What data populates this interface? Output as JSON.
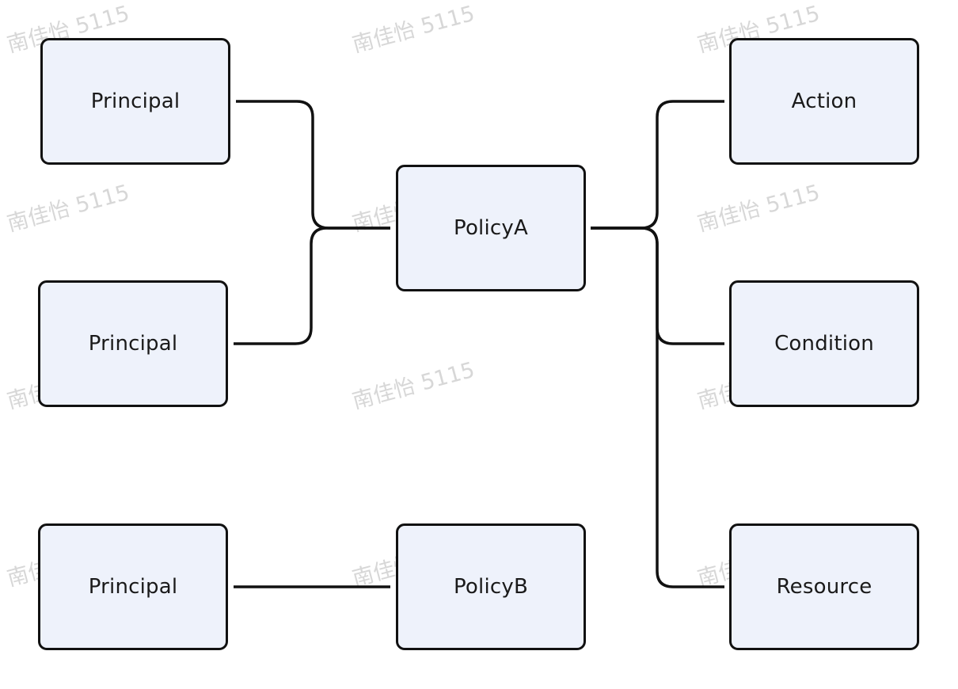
{
  "watermark": {
    "text": "南佳怡 5115"
  },
  "nodes": {
    "principal_1": {
      "label": "Principal"
    },
    "principal_2": {
      "label": "Principal"
    },
    "principal_3": {
      "label": "Principal"
    },
    "policy_a": {
      "label": "PolicyA"
    },
    "policy_b": {
      "label": "PolicyB"
    },
    "action": {
      "label": "Action"
    },
    "condition": {
      "label": "Condition"
    },
    "resource": {
      "label": "Resource"
    }
  },
  "colors": {
    "node_fill": "#eef2fb",
    "node_border": "#111111",
    "connector": "#111111",
    "text": "#1a1a1a",
    "watermark": "#d7d7d7"
  }
}
